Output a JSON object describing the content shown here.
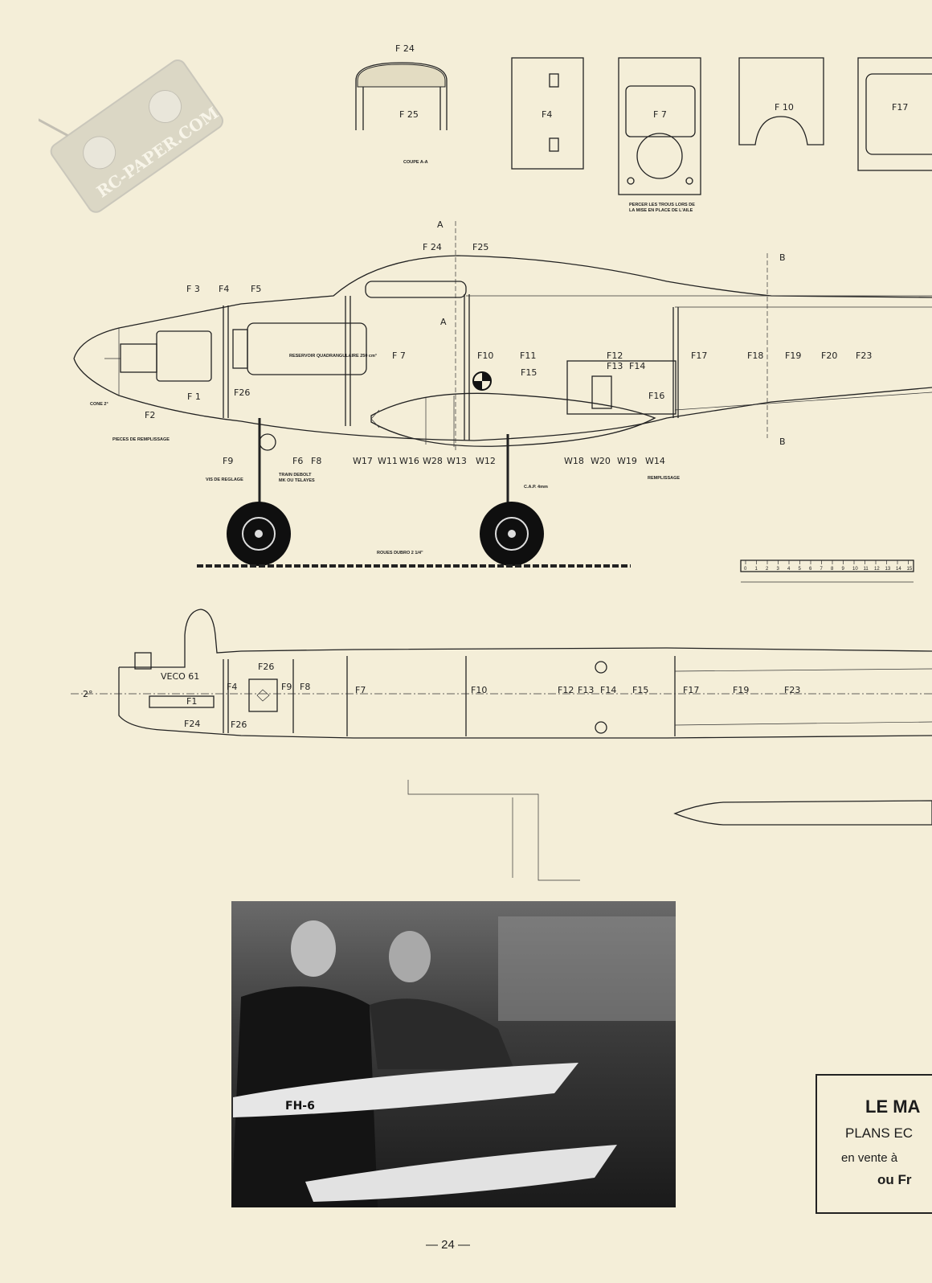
{
  "watermark": "RC-PAPER.COM",
  "parts": {
    "f24": "F 24",
    "f25": "F 25",
    "section_aa": "COUPE A-A",
    "f4": "F4",
    "f7": "F 7",
    "f10": "F 10",
    "f17": "F17",
    "f7_note_1": "PERCER LES TROUS LORS DE",
    "f7_note_2": "LA MISE EN PLACE DE L'AILE"
  },
  "side_view": {
    "section_a": "A",
    "section_b": "B",
    "labels": [
      "F 24",
      "F25",
      "F 3",
      "F4",
      "F5",
      "F 7",
      "F10",
      "F11",
      "F12",
      "F13",
      "F14",
      "F15",
      "F17",
      "F18",
      "F19",
      "F20",
      "F23",
      "F16",
      "F 1",
      "F2",
      "F26",
      "F9",
      "F6",
      "F8",
      "W17",
      "W11",
      "W16",
      "W28",
      "W13",
      "W12",
      "W18",
      "W20",
      "W19",
      "W14"
    ],
    "tank_note": "RESERVOIR QUADRANGULAIRE 250 cm³",
    "cone_note": "CONE 2°",
    "filler_note": "PIECES DE REMPLISSAGE",
    "adjust_note": "VIS DE REGLAGE",
    "gear_note_1": "TRAIN DEBOLT",
    "gear_note_2": "MK OU TELAYES",
    "wire_note": "C.A.P. 4mm",
    "filler_note_2": "REMPLISSAGE",
    "wheels_note": "ROUES DUBRO 2 1/4\""
  },
  "scale_ruler": [
    "0",
    "1",
    "2",
    "3",
    "4",
    "5",
    "6",
    "7",
    "8",
    "9",
    "10",
    "11",
    "12",
    "13",
    "14",
    "15"
  ],
  "top_view": {
    "engine": "VECO 61",
    "angle": "2°",
    "labels": [
      "F26",
      "F4",
      "F9",
      "F8",
      "F1",
      "F24",
      "F26",
      "F7",
      "F10",
      "F12",
      "F13",
      "F14",
      "F15",
      "F17",
      "F19",
      "F23"
    ]
  },
  "photo": {
    "hull_marking": "FH-6"
  },
  "ad_box": {
    "line1": "LE MA",
    "line2": "PLANS EC",
    "line3": "en vente à",
    "line4": "ou Fr"
  },
  "page_number": "— 24 —"
}
